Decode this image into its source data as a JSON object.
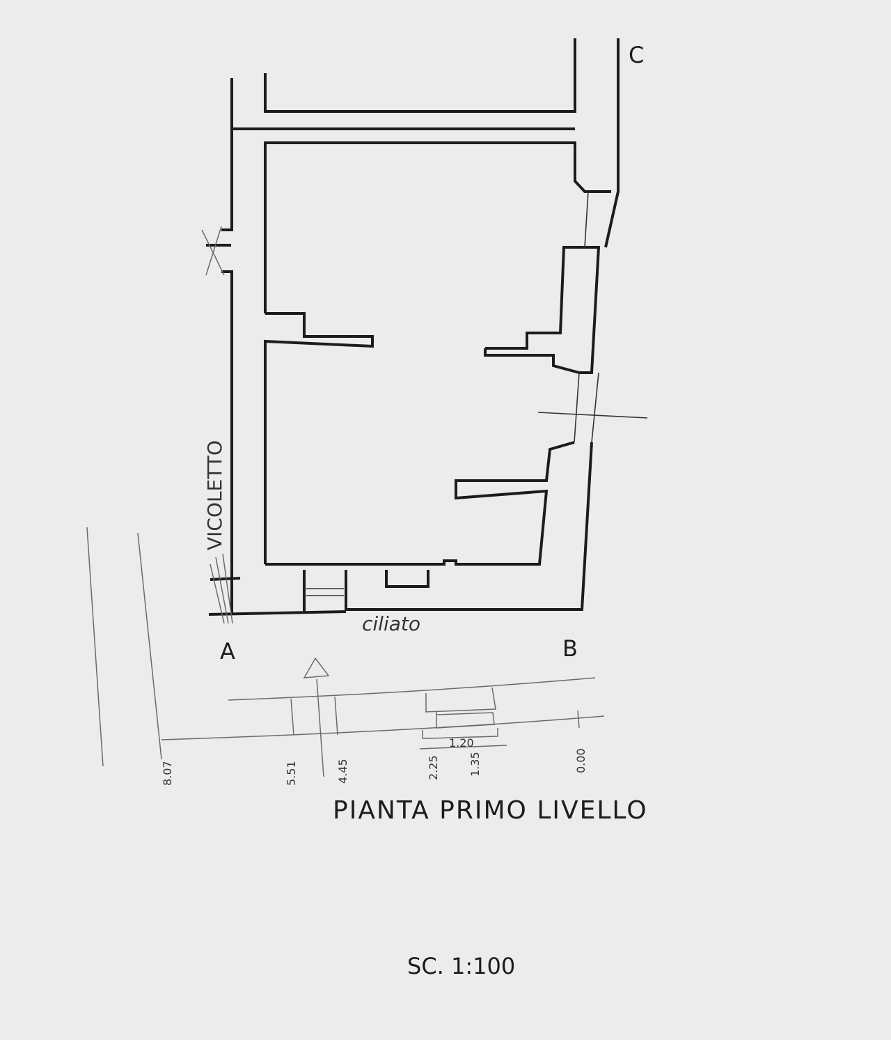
{
  "plan": {
    "title": "PIANTA PRIMO LIVELLO",
    "scale": "SC. 1:100",
    "street_label": "VICOLETTO",
    "handwritten_note": "ciliato",
    "corner_labels": {
      "a": "A",
      "b": "B",
      "c": "C"
    },
    "levels": {
      "l1": "8.07",
      "l2": "5.51",
      "l3": "4.45",
      "l4": "2.25",
      "l5": "1.35",
      "l6": "0.00",
      "width": "1.20"
    }
  }
}
